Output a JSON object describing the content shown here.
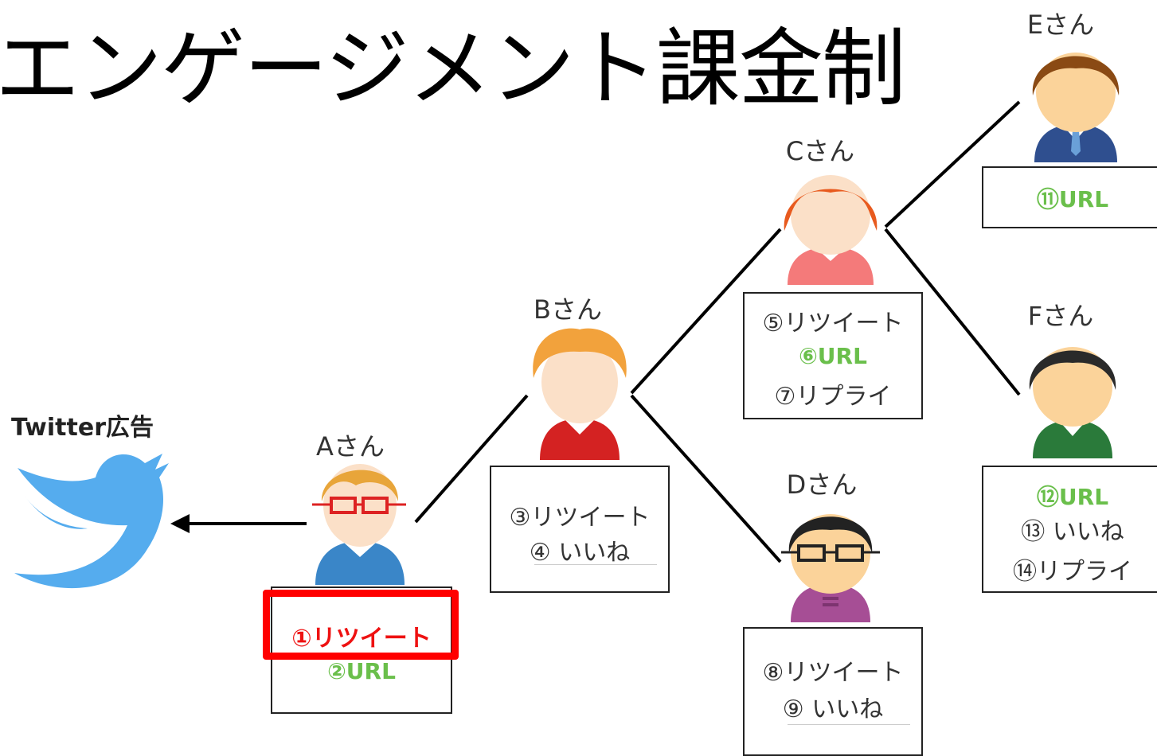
{
  "title": "エンゲージメント課金制",
  "twitter_label": "Twitter広告",
  "people": {
    "a": {
      "name": "Aさん",
      "actions": [
        "①リツイート",
        "②URL"
      ]
    },
    "b": {
      "name": "Bさん",
      "actions": [
        "③リツイート",
        "④ いいね"
      ]
    },
    "c": {
      "name": "Cさん",
      "actions": [
        "⑤リツイート",
        "⑥URL",
        "⑦リプライ"
      ]
    },
    "d": {
      "name": "Dさん",
      "actions": [
        "⑧リツイート",
        "⑨ いいね"
      ]
    },
    "e": {
      "name": "Eさん",
      "actions": [
        "⑪URL"
      ]
    },
    "f": {
      "name": "Fさん",
      "actions": [
        "⑫URL",
        "⑬ いいね",
        "⑭リプライ"
      ]
    }
  },
  "colors": {
    "twitter_blue": "#55acee",
    "url_green": "#6abf4b",
    "highlight_red": "#ff0000"
  }
}
